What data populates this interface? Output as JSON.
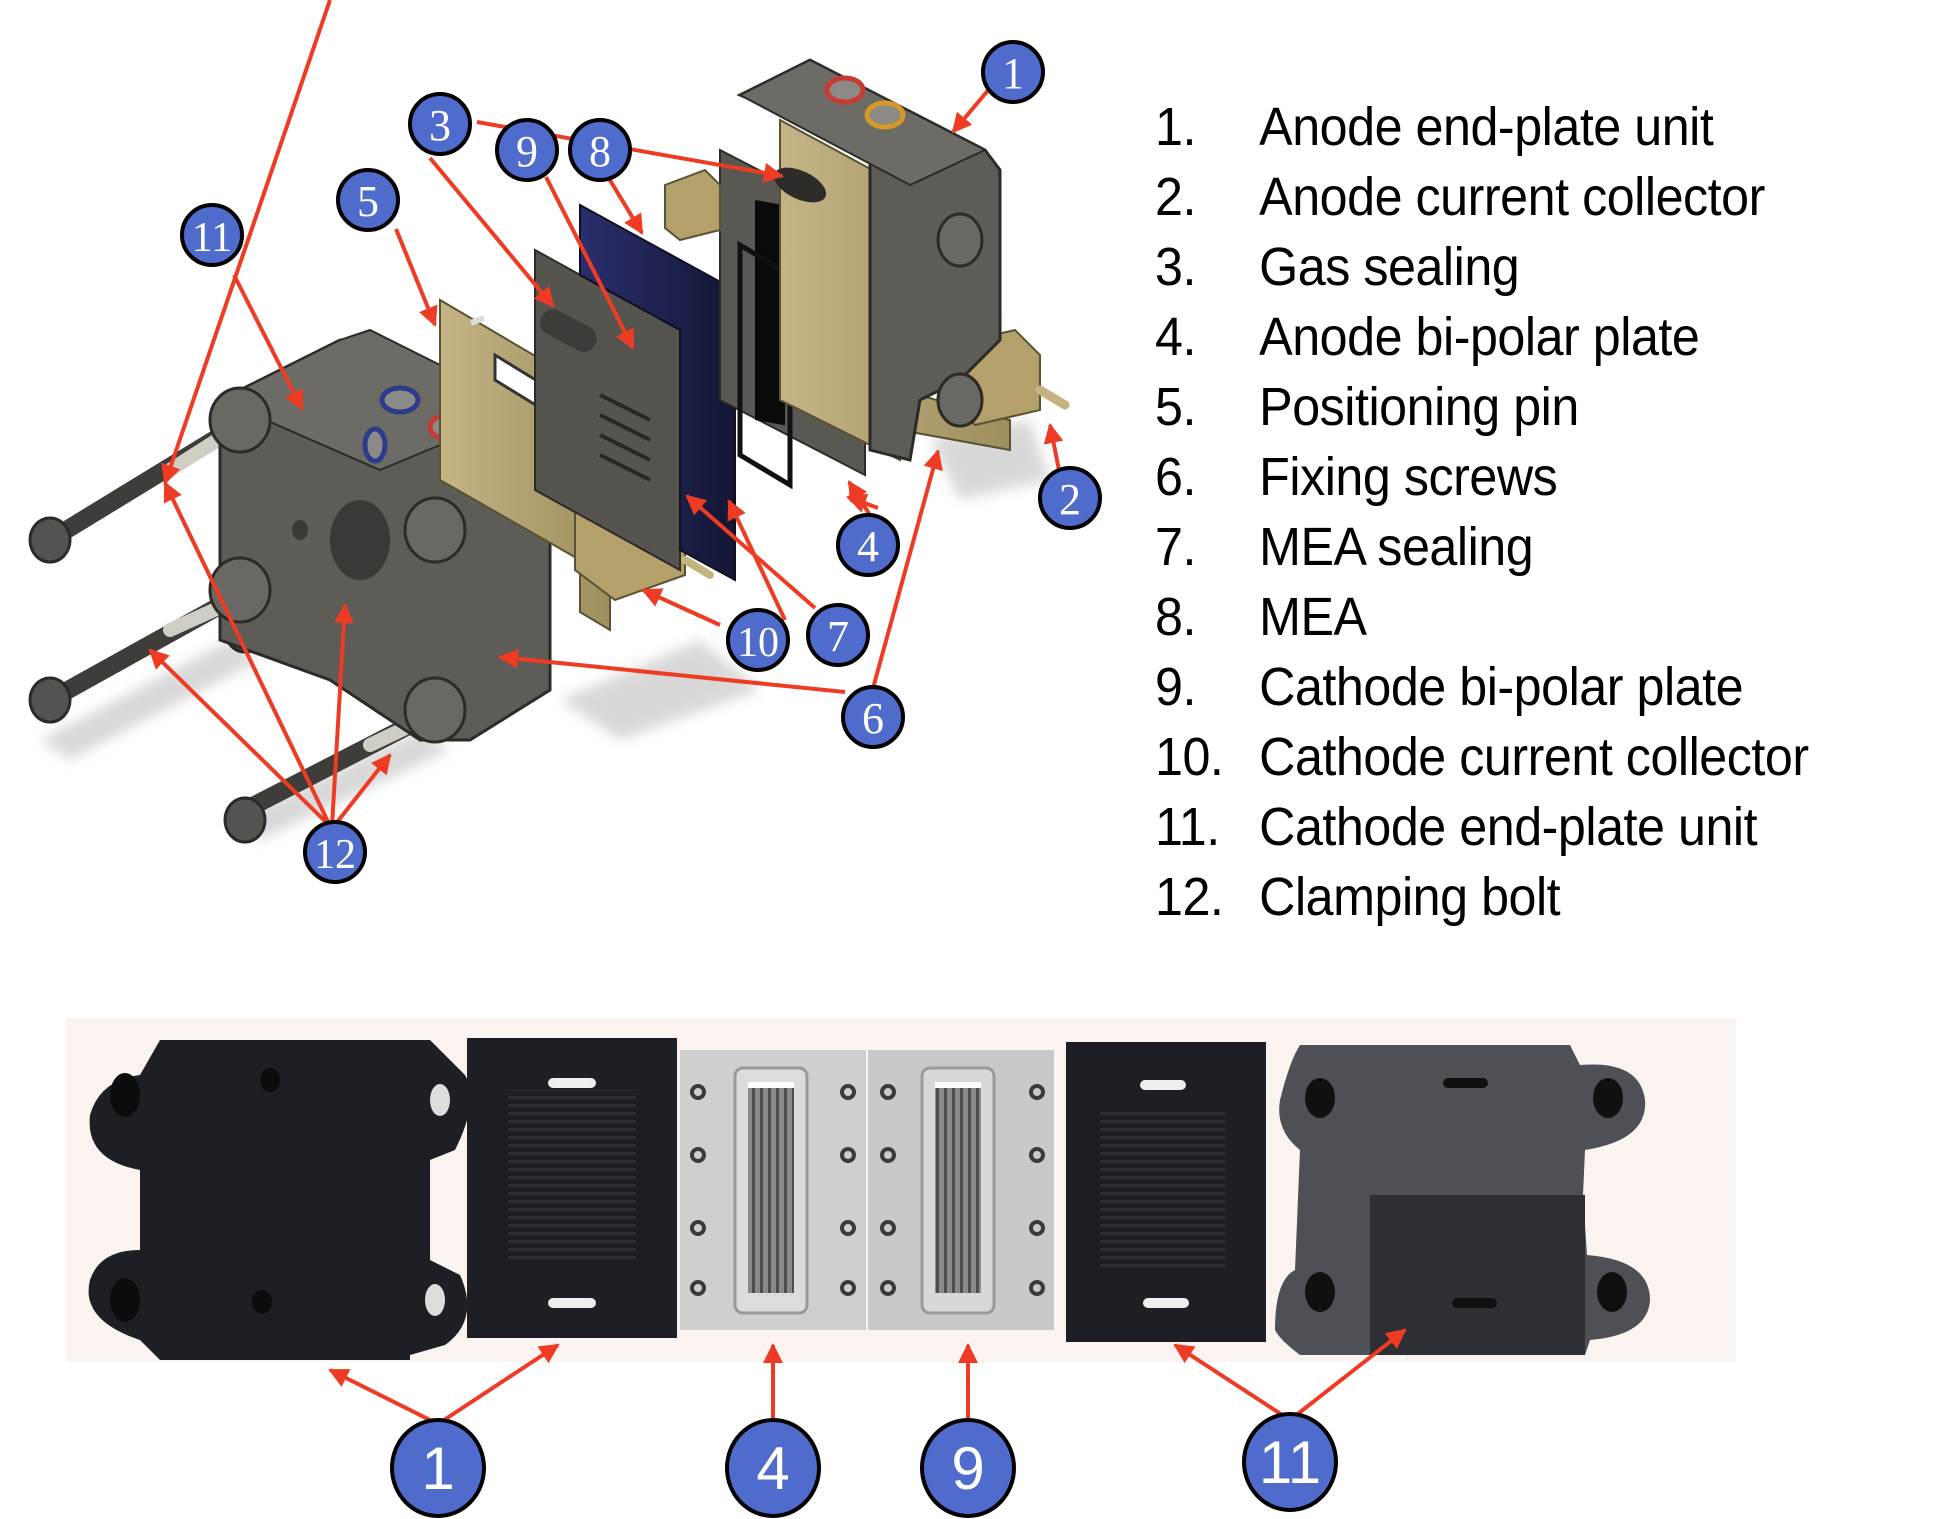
{
  "figure": {
    "legend_items": [
      {
        "number": "1.",
        "label": "Anode end-plate unit"
      },
      {
        "number": "2.",
        "label": "Anode current collector"
      },
      {
        "number": "3.",
        "label": "Gas sealing"
      },
      {
        "number": "4.",
        "label": "Anode bi-polar plate"
      },
      {
        "number": "5.",
        "label": "Positioning pin"
      },
      {
        "number": "6.",
        "label": "Fixing screws"
      },
      {
        "number": "7.",
        "label": "MEA sealing"
      },
      {
        "number": "8.",
        "label": "MEA"
      },
      {
        "number": "9.",
        "label": "Cathode bi-polar plate"
      },
      {
        "number": "10.",
        "label": "Cathode current collector"
      },
      {
        "number": "11.",
        "label": "Cathode end-plate unit"
      },
      {
        "number": "12.",
        "label": "Clamping bolt"
      }
    ],
    "exploded_view_callouts": [
      {
        "id": "c1",
        "label": "1"
      },
      {
        "id": "c2",
        "label": "2"
      },
      {
        "id": "c3",
        "label": "3"
      },
      {
        "id": "c4",
        "label": "4"
      },
      {
        "id": "c5",
        "label": "5"
      },
      {
        "id": "c6",
        "label": "6"
      },
      {
        "id": "c7",
        "label": "7"
      },
      {
        "id": "c8",
        "label": "8"
      },
      {
        "id": "c9",
        "label": "9"
      },
      {
        "id": "c10",
        "label": "10"
      },
      {
        "id": "c11",
        "label": "11"
      },
      {
        "id": "c12",
        "label": "12"
      }
    ],
    "photo_callouts": [
      {
        "id": "p1",
        "label": "1"
      },
      {
        "id": "p4",
        "label": "4"
      },
      {
        "id": "p9",
        "label": "9"
      },
      {
        "id": "p11",
        "label": "11"
      }
    ],
    "colors": {
      "callout_fill": "#4f6bcc",
      "callout_stroke": "#000000",
      "arrow": "#ee3b24",
      "end_plate": "#5c5a55",
      "brass": "#b5a878",
      "mea": "#1f2250",
      "photo_bg": "#fbf3ef",
      "photo_dark": "#1e1f24",
      "photo_metal": "#c9c9c9"
    }
  }
}
